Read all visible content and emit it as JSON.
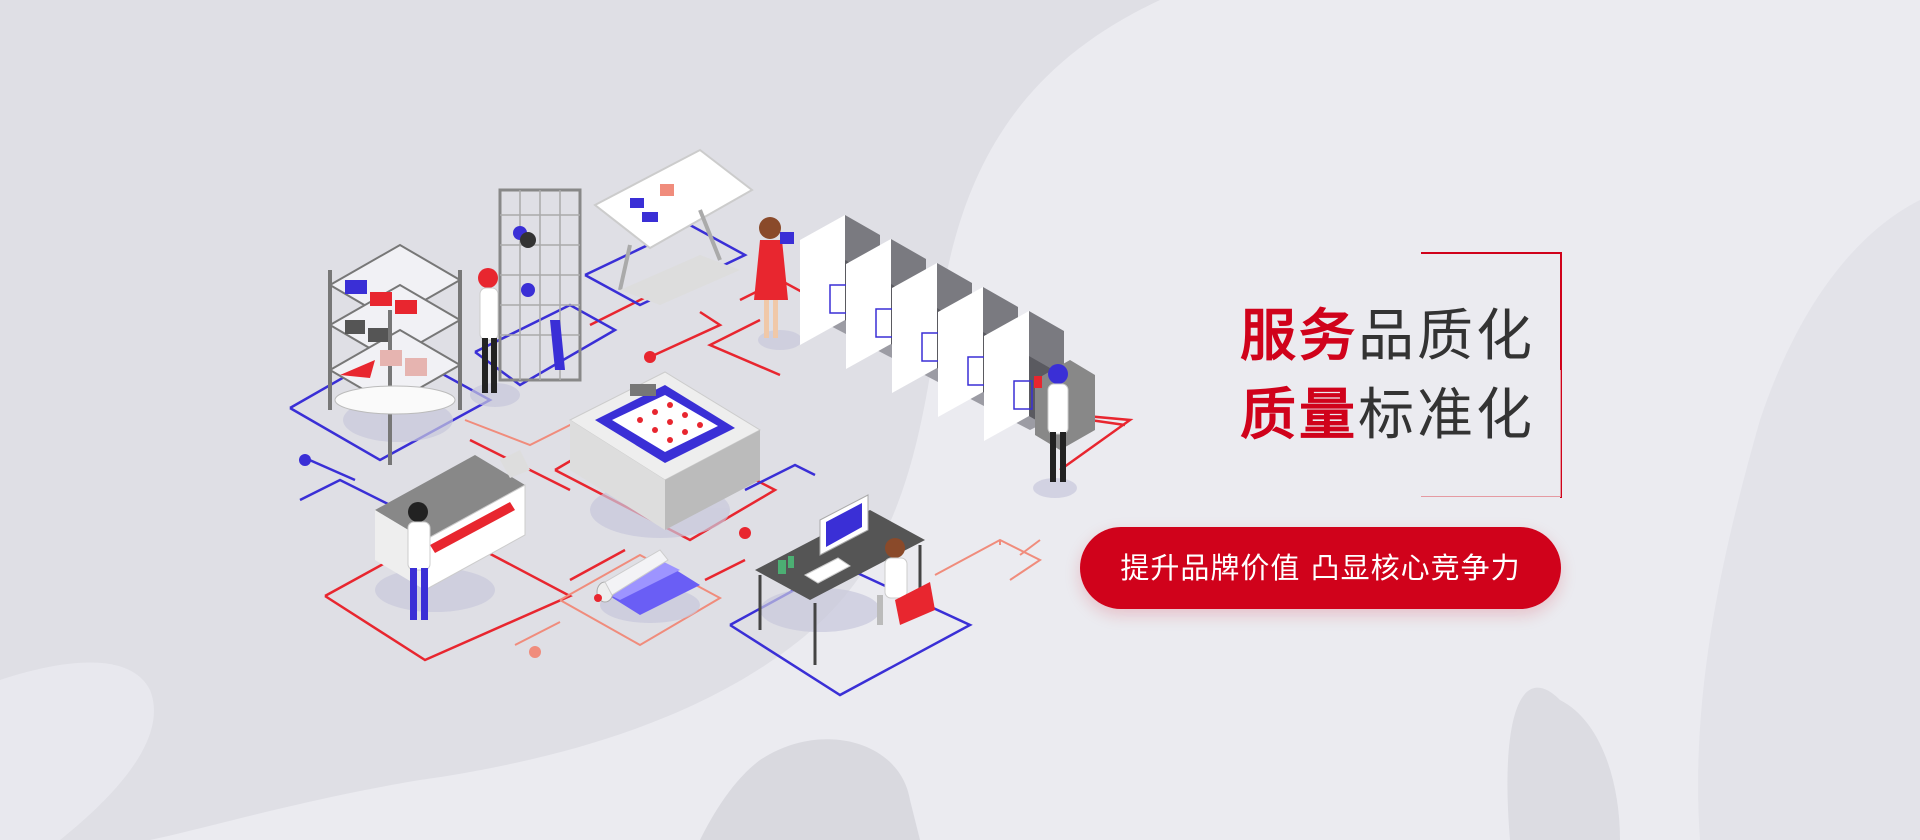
{
  "colors": {
    "accent": "#d0021b",
    "text": "#333333",
    "blue": "#3a2fd6",
    "background": "#dfdfe5",
    "background_light": "#ebebf0"
  },
  "headline": {
    "line1": {
      "accent": "服务",
      "rest": "品质化"
    },
    "line2": {
      "accent": "质量",
      "rest": "标准化"
    }
  },
  "cta": {
    "label": "提升品牌价值 凸显核心竞争力"
  },
  "illustration": {
    "icon": "print-factory-isometric-illustration"
  }
}
